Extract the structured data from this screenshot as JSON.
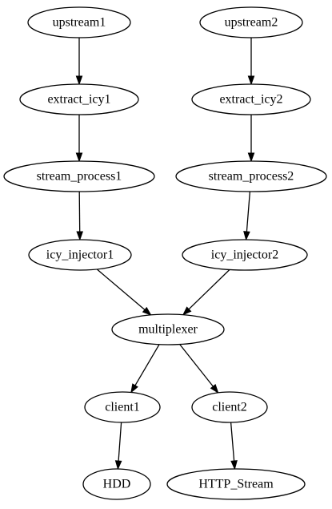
{
  "graph": {
    "nodes": [
      {
        "id": "upstream1",
        "label": "upstream1"
      },
      {
        "id": "upstream2",
        "label": "upstream2"
      },
      {
        "id": "extract_icy1",
        "label": "extract_icy1"
      },
      {
        "id": "extract_icy2",
        "label": "extract_icy2"
      },
      {
        "id": "stream_process1",
        "label": "stream_process1"
      },
      {
        "id": "stream_process2",
        "label": "stream_process2"
      },
      {
        "id": "icy_injector1",
        "label": "icy_injector1"
      },
      {
        "id": "icy_injector2",
        "label": "icy_injector2"
      },
      {
        "id": "multiplexer",
        "label": "multiplexer"
      },
      {
        "id": "client1",
        "label": "client1"
      },
      {
        "id": "client2",
        "label": "client2"
      },
      {
        "id": "HDD",
        "label": "HDD"
      },
      {
        "id": "HTTP_Stream",
        "label": "HTTP_Stream"
      }
    ],
    "edges": [
      {
        "from": "upstream1",
        "to": "extract_icy1"
      },
      {
        "from": "extract_icy1",
        "to": "stream_process1"
      },
      {
        "from": "stream_process1",
        "to": "icy_injector1"
      },
      {
        "from": "icy_injector1",
        "to": "multiplexer"
      },
      {
        "from": "upstream2",
        "to": "extract_icy2"
      },
      {
        "from": "extract_icy2",
        "to": "stream_process2"
      },
      {
        "from": "stream_process2",
        "to": "icy_injector2"
      },
      {
        "from": "icy_injector2",
        "to": "multiplexer"
      },
      {
        "from": "multiplexer",
        "to": "client1"
      },
      {
        "from": "multiplexer",
        "to": "client2"
      },
      {
        "from": "client1",
        "to": "HDD"
      },
      {
        "from": "client2",
        "to": "HTTP_Stream"
      }
    ]
  }
}
